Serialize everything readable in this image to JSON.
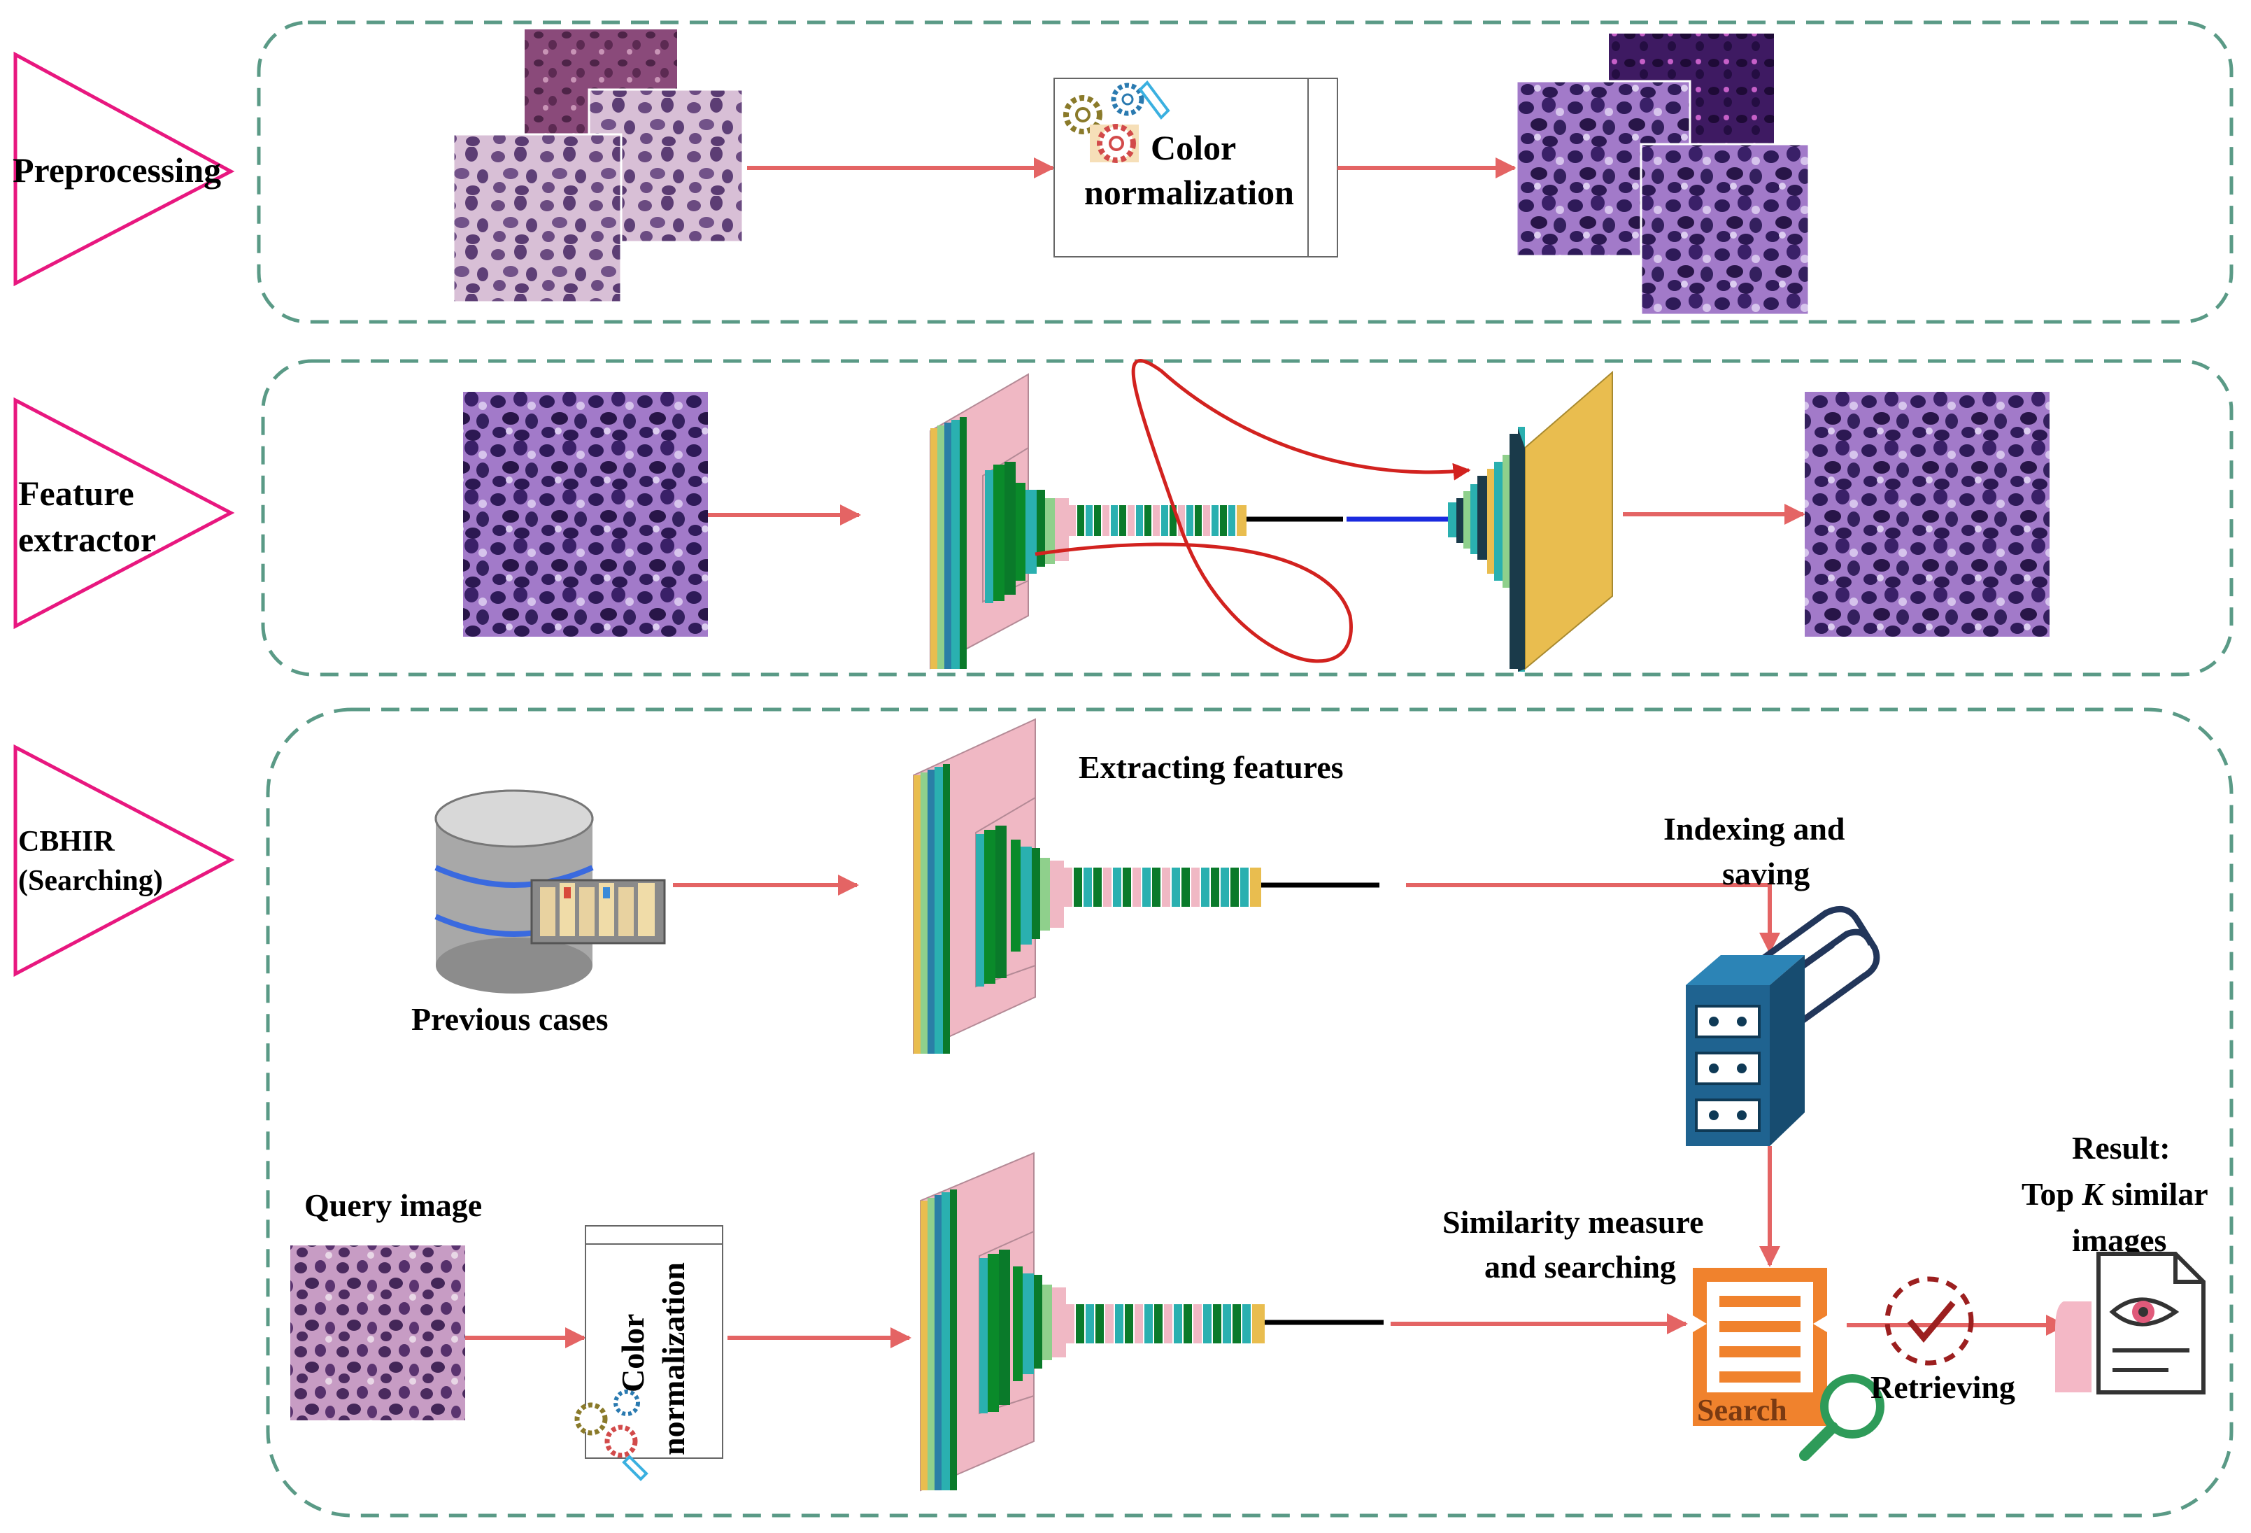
{
  "stages": [
    {
      "label_lines": [
        "Preprocessing"
      ]
    },
    {
      "label_lines": [
        "Feature",
        "extractor"
      ]
    },
    {
      "label_lines": [
        "CBHIR",
        "(Searching)"
      ]
    }
  ],
  "preprocessing": {
    "color_norm_lines": [
      "Color",
      "normalization"
    ]
  },
  "searching": {
    "previous_cases": "Previous cases",
    "extracting_features": "Extracting features",
    "indexing_lines": [
      "Indexing and",
      "saving"
    ],
    "query_image": "Query image",
    "color_norm_lines": [
      "Color",
      "normalization"
    ],
    "similarity_lines": [
      "Similarity measure",
      "and searching"
    ],
    "search_label": "Search",
    "retrieving": "Retrieving",
    "result_line1": "Result:",
    "result_line2_pre": "Top ",
    "result_line2_k": "K",
    "result_line2_post": " similar",
    "result_line3": "images"
  },
  "colors": {
    "stage_marker": "#e8177f",
    "panel_border": "#5a9a86",
    "arrow": "#e46464",
    "skip_curve": "#d2221f",
    "cabinet": "#1f6390",
    "search_doc": "#f0822d",
    "magnifier": "#2e9b59",
    "retrieve_icon": "#9c1f1f"
  }
}
